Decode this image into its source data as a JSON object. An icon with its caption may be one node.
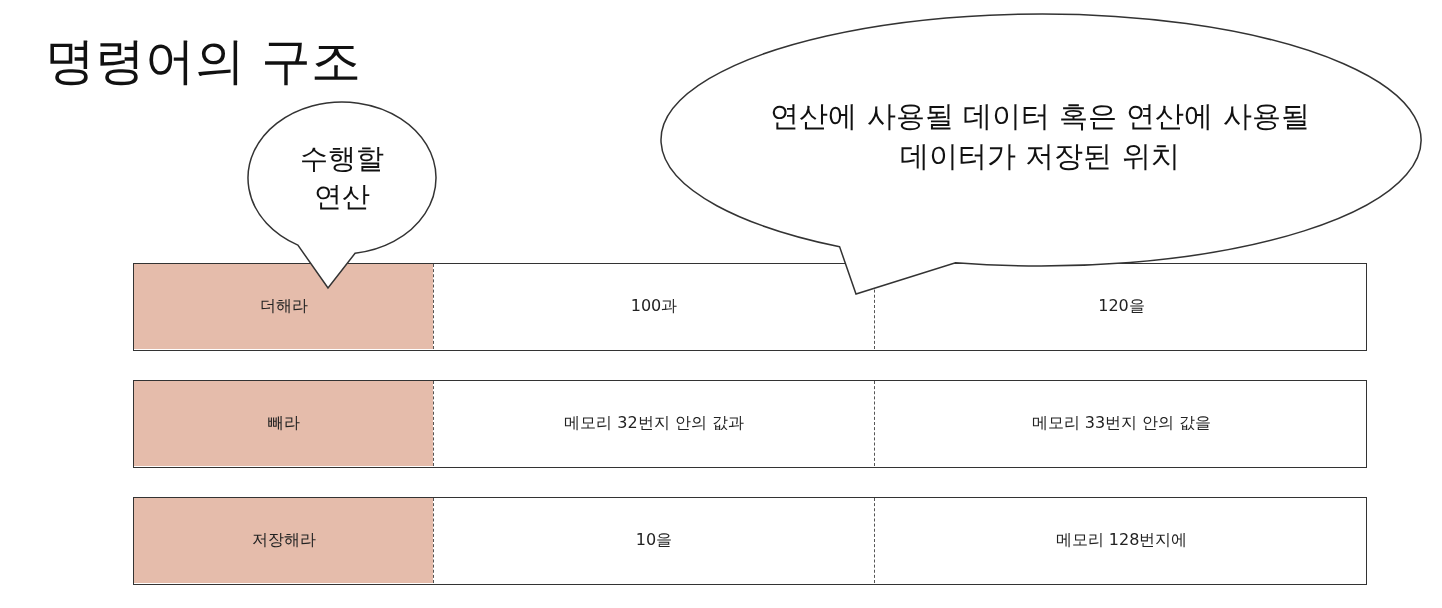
{
  "diagram": {
    "title": "명령어의 구조",
    "nodes": [
      {
        "text": [
          "수행할 연산"
        ]
      },
      {
        "text": [
          "연산에 사용될 데이터 혹은 연산에 사용될 데이터가 저장된 위치"
        ]
      },
      {
        "text": [],
        "shape": "box"
      },
      {
        "text": [
          "더해라"
        ],
        "in": 2
      },
      {
        "text": [
          "100과"
        ],
        "in": 2
      },
      {
        "text": [
          "120을"
        ],
        "in": 2
      },
      {
        "text": [],
        "shape": "box"
      },
      {
        "text": [
          "빼라"
        ],
        "in": 6
      },
      {
        "text": [
          "메모리 32번지 안의 값과"
        ],
        "in": 6
      },
      {
        "text": [
          "메모리 33번지 안의 값을"
        ],
        "in": 6
      },
      {
        "text": [],
        "shape": "box"
      },
      {
        "text": [
          "저장해라"
        ],
        "in": 10
      },
      {
        "text": [
          "10을"
        ],
        "in": 10
      },
      {
        "text": [
          "메모리 128번지에"
        ],
        "in": 10
      }
    ],
    "edges": []
  }
}
